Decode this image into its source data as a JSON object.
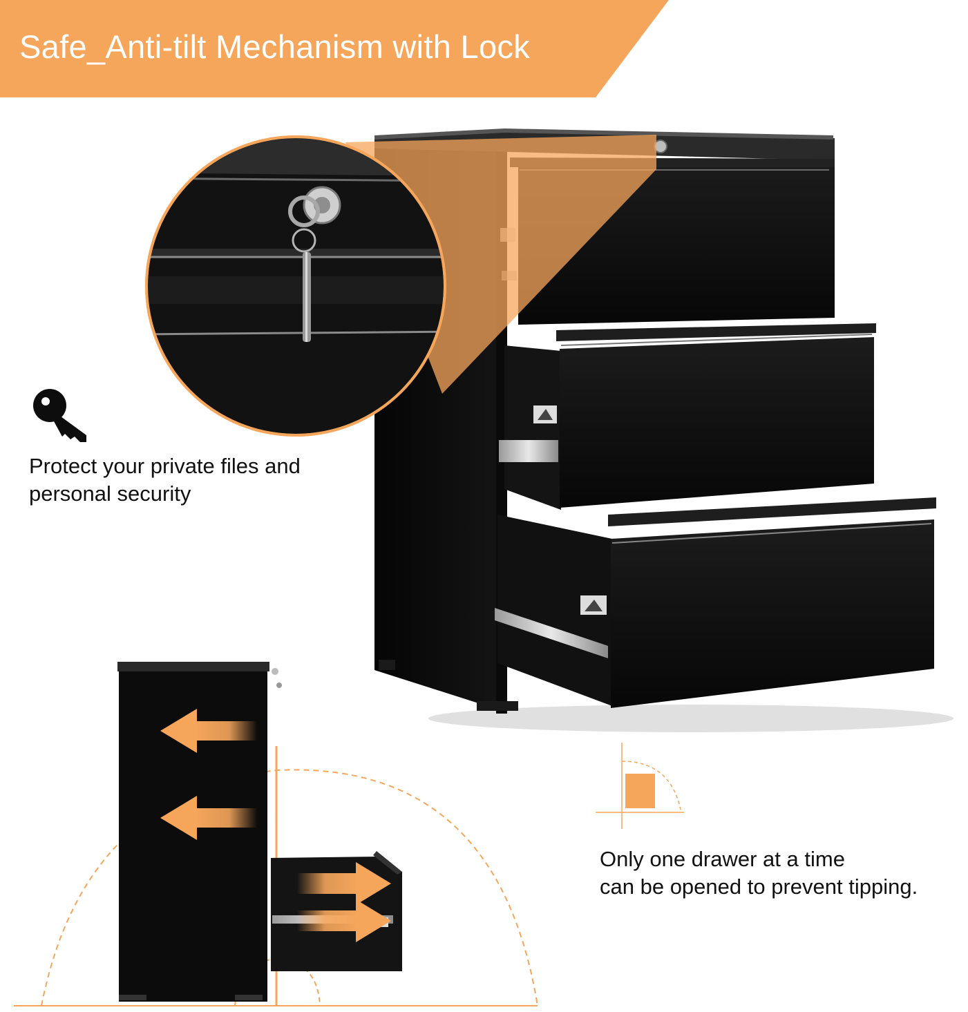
{
  "banner": {
    "title": "Safe_Anti-tilt Mechanism with Lock",
    "color": "#f5a65b"
  },
  "security_feature": {
    "icon": "key-icon",
    "line1": "Protect your private files and",
    "line2": "personal security"
  },
  "tipping_feature": {
    "icon": "single-drawer-icon",
    "line1": "Only one drawer at a time",
    "line2": "can be opened to prevent tipping."
  },
  "colors": {
    "accent": "#f5a65b",
    "cabinet": "#0c0c0c",
    "text": "#111111"
  }
}
